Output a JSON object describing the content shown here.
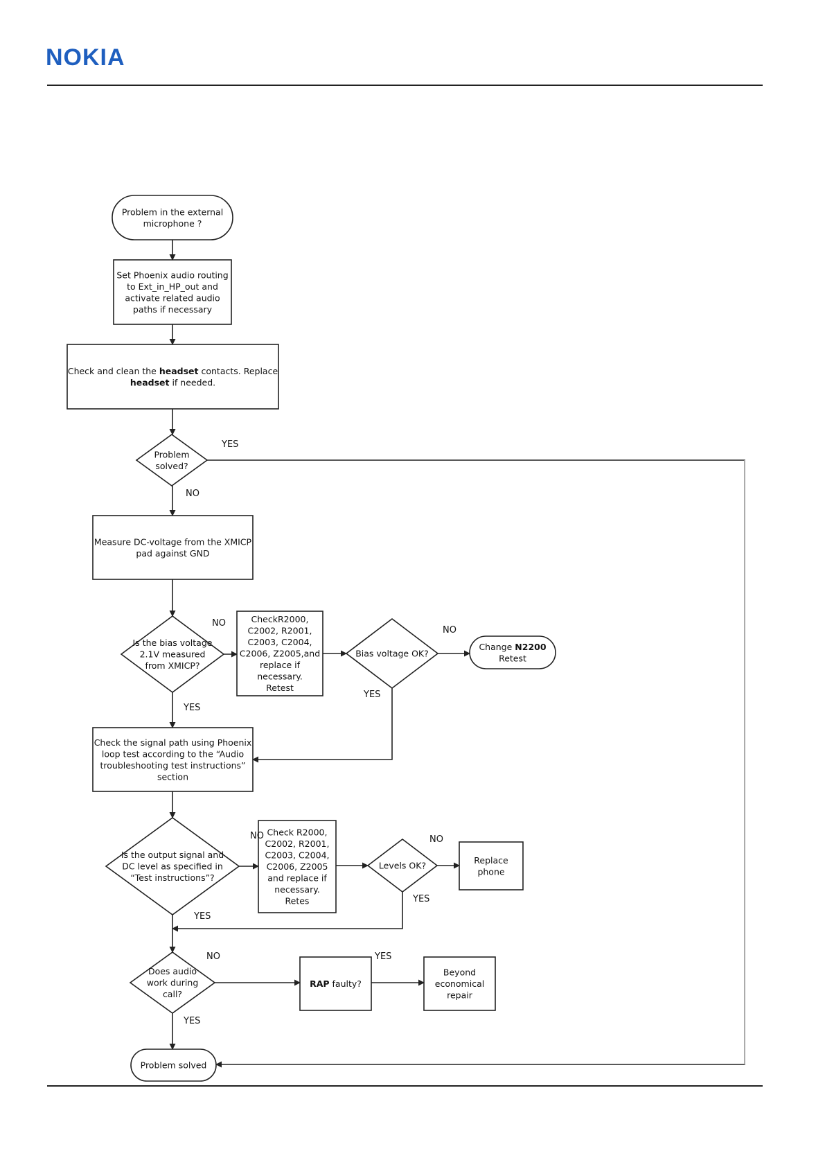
{
  "header": {
    "logo_text": "NOKIA"
  },
  "nodes": {
    "start": [
      "Problem in the external",
      "microphone ?"
    ],
    "routing": [
      "Set Phoenix audio routing",
      "to Ext_in_HP_out and",
      "activate related audio",
      "paths if necessary"
    ],
    "headset": [
      "Check and clean the headset contacts. Replace",
      "headset if needed."
    ],
    "solved1": [
      "Problem",
      "solved?"
    ],
    "measure": [
      "Measure DC-voltage from the XMICP",
      "pad against GND"
    ],
    "bias_q": [
      "Is the bias voltage",
      "2.1V measured",
      "from XMICP?"
    ],
    "check_r2000_a": [
      "CheckR2000,",
      "C2002, R2001,",
      "C2003, C2004,",
      "C2006, Z2005,and",
      "replace if",
      "necessary.",
      "Retest"
    ],
    "bias_ok": [
      "Bias voltage OK?"
    ],
    "change_n2200": [
      "Change N2200",
      "Retest"
    ],
    "signal_path": [
      "Check the signal path using Phoenix",
      "loop test according to the “Audio",
      "troubleshooting test instructions”",
      "section"
    ],
    "output_q": [
      "Is the output signal and",
      "DC level as specified in",
      "“Test instructions”?"
    ],
    "check_r2000_b": [
      "Check R2000,",
      "C2002, R2001,",
      "C2003, C2004,",
      "C2006, Z2005",
      "and replace if",
      "necessary.",
      "Retes"
    ],
    "levels_ok": [
      "Levels OK?"
    ],
    "replace_phone": [
      "Replace",
      "phone"
    ],
    "audio_call": [
      "Does audio",
      "work during",
      "call?"
    ],
    "rap": [
      "RAP faulty?"
    ],
    "beyond": [
      "Beyond",
      "economical",
      "repair"
    ],
    "end": [
      "Problem solved"
    ]
  },
  "edge_labels": {
    "yes": "YES",
    "no": "NO"
  },
  "bold_terms": [
    "headset",
    "N2200",
    "RAP"
  ]
}
